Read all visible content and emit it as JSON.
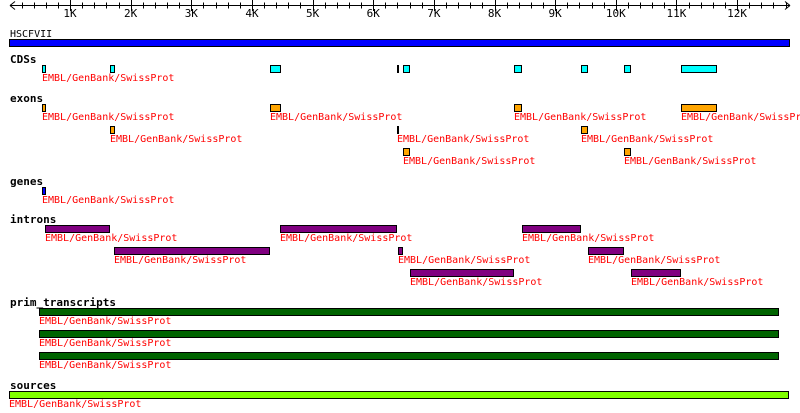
{
  "ruler": {
    "length_bp": 12870,
    "major_ticks": [
      {
        "bp": 1000,
        "label": "1K"
      },
      {
        "bp": 2000,
        "label": "2K"
      },
      {
        "bp": 3000,
        "label": "3K"
      },
      {
        "bp": 4000,
        "label": "4K"
      },
      {
        "bp": 5000,
        "label": "5K"
      },
      {
        "bp": 6000,
        "label": "6K"
      },
      {
        "bp": 7000,
        "label": "7K"
      },
      {
        "bp": 8000,
        "label": "8K"
      },
      {
        "bp": 9000,
        "label": "9K"
      },
      {
        "bp": 10000,
        "label": "10K"
      },
      {
        "bp": 11000,
        "label": "11K"
      },
      {
        "bp": 12000,
        "label": "12K"
      }
    ],
    "minor_step_bp": 200
  },
  "sequence": {
    "name": "HSCFVII",
    "start": 1,
    "end": 12870,
    "color": "#0000ff"
  },
  "feature_label": "EMBL/GenBank/SwissProt",
  "tracks": [
    {
      "title": "CDSs",
      "color": "#00ffff",
      "rows": [
        [
          [
            538,
            604
          ],
          [
            1659,
            1742
          ],
          [
            4297,
            4478
          ],
          [
            6392,
            6425
          ],
          [
            6491,
            6607
          ],
          [
            8322,
            8454
          ],
          [
            9427,
            9543
          ],
          [
            10136,
            10251
          ],
          [
            11075,
            11669
          ]
        ]
      ],
      "labels": [
        [
          true,
          false,
          false,
          false,
          false,
          false,
          false,
          false,
          false
        ]
      ]
    },
    {
      "title": "exons",
      "color": "#ffa500",
      "rows": [
        [
          [
            538,
            604
          ],
          [
            4297,
            4478
          ],
          [
            8322,
            8454
          ],
          [
            11075,
            11669
          ]
        ],
        [
          [
            1659,
            1742
          ],
          [
            6392,
            6425
          ],
          [
            9427,
            9543
          ]
        ],
        [
          [
            6491,
            6607
          ],
          [
            10136,
            10251
          ]
        ]
      ]
    },
    {
      "title": "genes",
      "color": "#0000ff",
      "rows": [
        [
          [
            538,
            604
          ]
        ]
      ]
    },
    {
      "title": "introns",
      "color": "#800080",
      "rows": [
        [
          [
            590,
            1659
          ],
          [
            4462,
            6392
          ],
          [
            8454,
            9427
          ]
        ],
        [
          [
            1725,
            4297
          ],
          [
            6409,
            6491
          ],
          [
            9543,
            10136
          ]
        ],
        [
          [
            6607,
            8322
          ],
          [
            10251,
            11075
          ]
        ]
      ]
    },
    {
      "title": "prim_transcripts",
      "color": "#006400",
      "rows": [
        [
          [
            488,
            12690
          ]
        ],
        [
          [
            488,
            12690
          ]
        ],
        [
          [
            488,
            12690
          ]
        ]
      ]
    },
    {
      "title": "sources",
      "color": "#80ff00",
      "rows": [
        [
          [
            1,
            12870
          ]
        ]
      ]
    }
  ]
}
